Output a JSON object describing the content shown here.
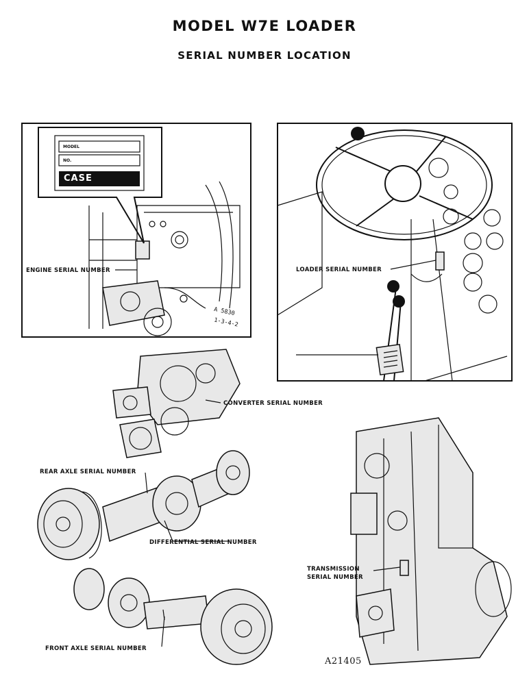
{
  "header": {
    "title": "MODEL W7E LOADER",
    "subtitle": "SERIAL NUMBER LOCATION"
  },
  "plate": {
    "model_label": "MODEL",
    "no_label": "NO.",
    "logo": "CASE"
  },
  "labels": {
    "engine": "ENGINE SERIAL NUMBER",
    "loader": "LOADER SERIAL NUMBER",
    "converter": "CONVERTER SERIAL NUMBER",
    "rear_axle": "REAR AXLE SERIAL NUMBER",
    "differential": "DIFFERENTIAL SERIAL NUMBER",
    "transmission_line1": "TRANSMISSION",
    "transmission_line2": "SERIAL NUMBER",
    "front_axle": "FRONT AXLE SERIAL NUMBER"
  },
  "handwriting": {
    "line1": "A 5830",
    "line2": "1-3-4-2"
  },
  "figure_code": "A21405"
}
